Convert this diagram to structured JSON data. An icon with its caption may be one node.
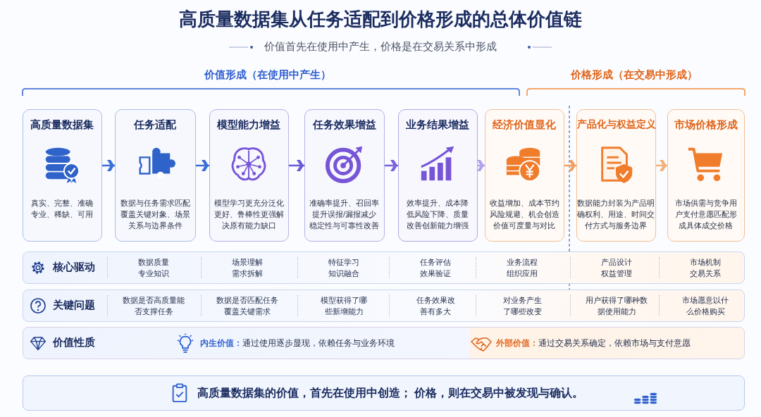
{
  "diagram": {
    "title": "高质量数据集从任务适配到价格形成的总体价值链",
    "nodes": [
      {
        "text": [
          "高质量数据集",
          "真实、完整、准确专业、稀缺、可用"
        ]
      },
      {
        "text": [
          "任务适配",
          "数据与任务需求匹配覆盖关键对象、场景关系与边界条件"
        ]
      },
      {
        "text": [
          "模型能力增益",
          "模型学习更充分泛化更好、鲁棒性更强解决原有能力缺口"
        ]
      },
      {
        "text": [
          "任务效果增益",
          "准确率提升、召回率提升误报/漏报减少稳定性与可靠性改善"
        ]
      },
      {
        "text": [
          "业务结果增益",
          "效率提升、成本降低风险下降、质量改善创新能力增强"
        ]
      },
      {
        "text": [
          "经济价值显化",
          "收益增加、成本节约风险规避、机会创造价值可度量与对比"
        ]
      },
      {
        "text": [
          "产品化与权益定义",
          "数据能力封装为产品明确权利、用途、时间交付方式与服务边界"
        ]
      },
      {
        "text": [
          "市场价格形成",
          "市场供需与竞争用户支付意愿匹配形成具体成交价格"
        ]
      },
      {
        "text": [
          "核心驱动",
          "数据质量专业知识",
          "场景理解需求拆解",
          "特征学习知识融合",
          "任务评估效果验证",
          "业务流程组织应用",
          "产品设计权益管理",
          "市场机制交易关系"
        ]
      },
      {
        "text": [
          "关键问题",
          "数据是否高质量能否支撑任务",
          "数据是否匹配任务覆盖关键需求",
          "模型获得了哪些新增能力",
          "任务效果改善有多大",
          "对业务产生了哪些改变",
          "用户获得了哪种数据使用能力",
          "市场愿意以什么价格购买"
        ]
      },
      {
        "text": [
          "价值性质",
          "**内生价值：**通过使用逐步显现，依赖任务与业务环境",
          "**外部价值：**通过交易关系确定，依赖市场与支付意愿"
        ]
      },
      {
        "text": [
          "高质量数据集的价值，首先在使用中创造； 价格，则在交易中被发现与确认。"
        ]
      }
    ],
    "edges": [
      {
        "from": 0,
        "to": 1,
        "arrow": "to",
        "color": "#3a6fd8"
      },
      {
        "from": 1,
        "to": 2,
        "arrow": "to",
        "color": "#3a6fd8"
      },
      {
        "from": 2,
        "to": 3,
        "arrow": "to",
        "color": "#6a5ad8"
      },
      {
        "from": 3,
        "to": 4,
        "arrow": "to",
        "color": "#7b62d9"
      },
      {
        "from": 4,
        "to": 5,
        "arrow": "to",
        "color": "#b0a3ea"
      },
      {
        "from": 5,
        "to": 6,
        "arrow": "to",
        "color": "#f0a060"
      },
      {
        "from": 6,
        "to": 7,
        "arrow": "to",
        "color": "#f5b07a"
      }
    ],
    "labels": [
      "价值首先在使用中产生，价格是在交易关系中形成",
      "价值形成（在使用中产生）",
      "价格形成（在交易中形成）"
    ]
  }
}
